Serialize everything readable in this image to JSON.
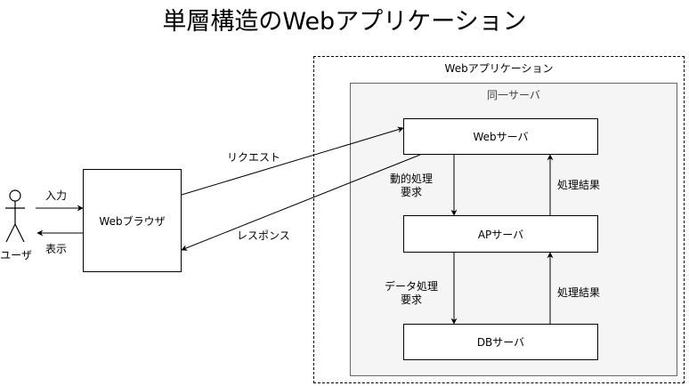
{
  "title": "単層構造のWebアプリケーション",
  "groups": {
    "app": "Webアプリケーション",
    "server": "同一サーバ"
  },
  "actor": {
    "label": "ユーザ"
  },
  "nodes": {
    "browser": "Webブラウザ",
    "web_server": "Webサーバ",
    "ap_server": "APサーバ",
    "db_server": "DBサーバ"
  },
  "edges": {
    "input": "入力",
    "display": "表示",
    "request": "リクエスト",
    "response": "レスポンス",
    "dynamic_request": [
      "動的処理",
      "要求"
    ],
    "data_request": [
      "データ処理",
      "要求"
    ],
    "result_ap_to_web": "処理結果",
    "result_db_to_ap": "処理結果"
  }
}
